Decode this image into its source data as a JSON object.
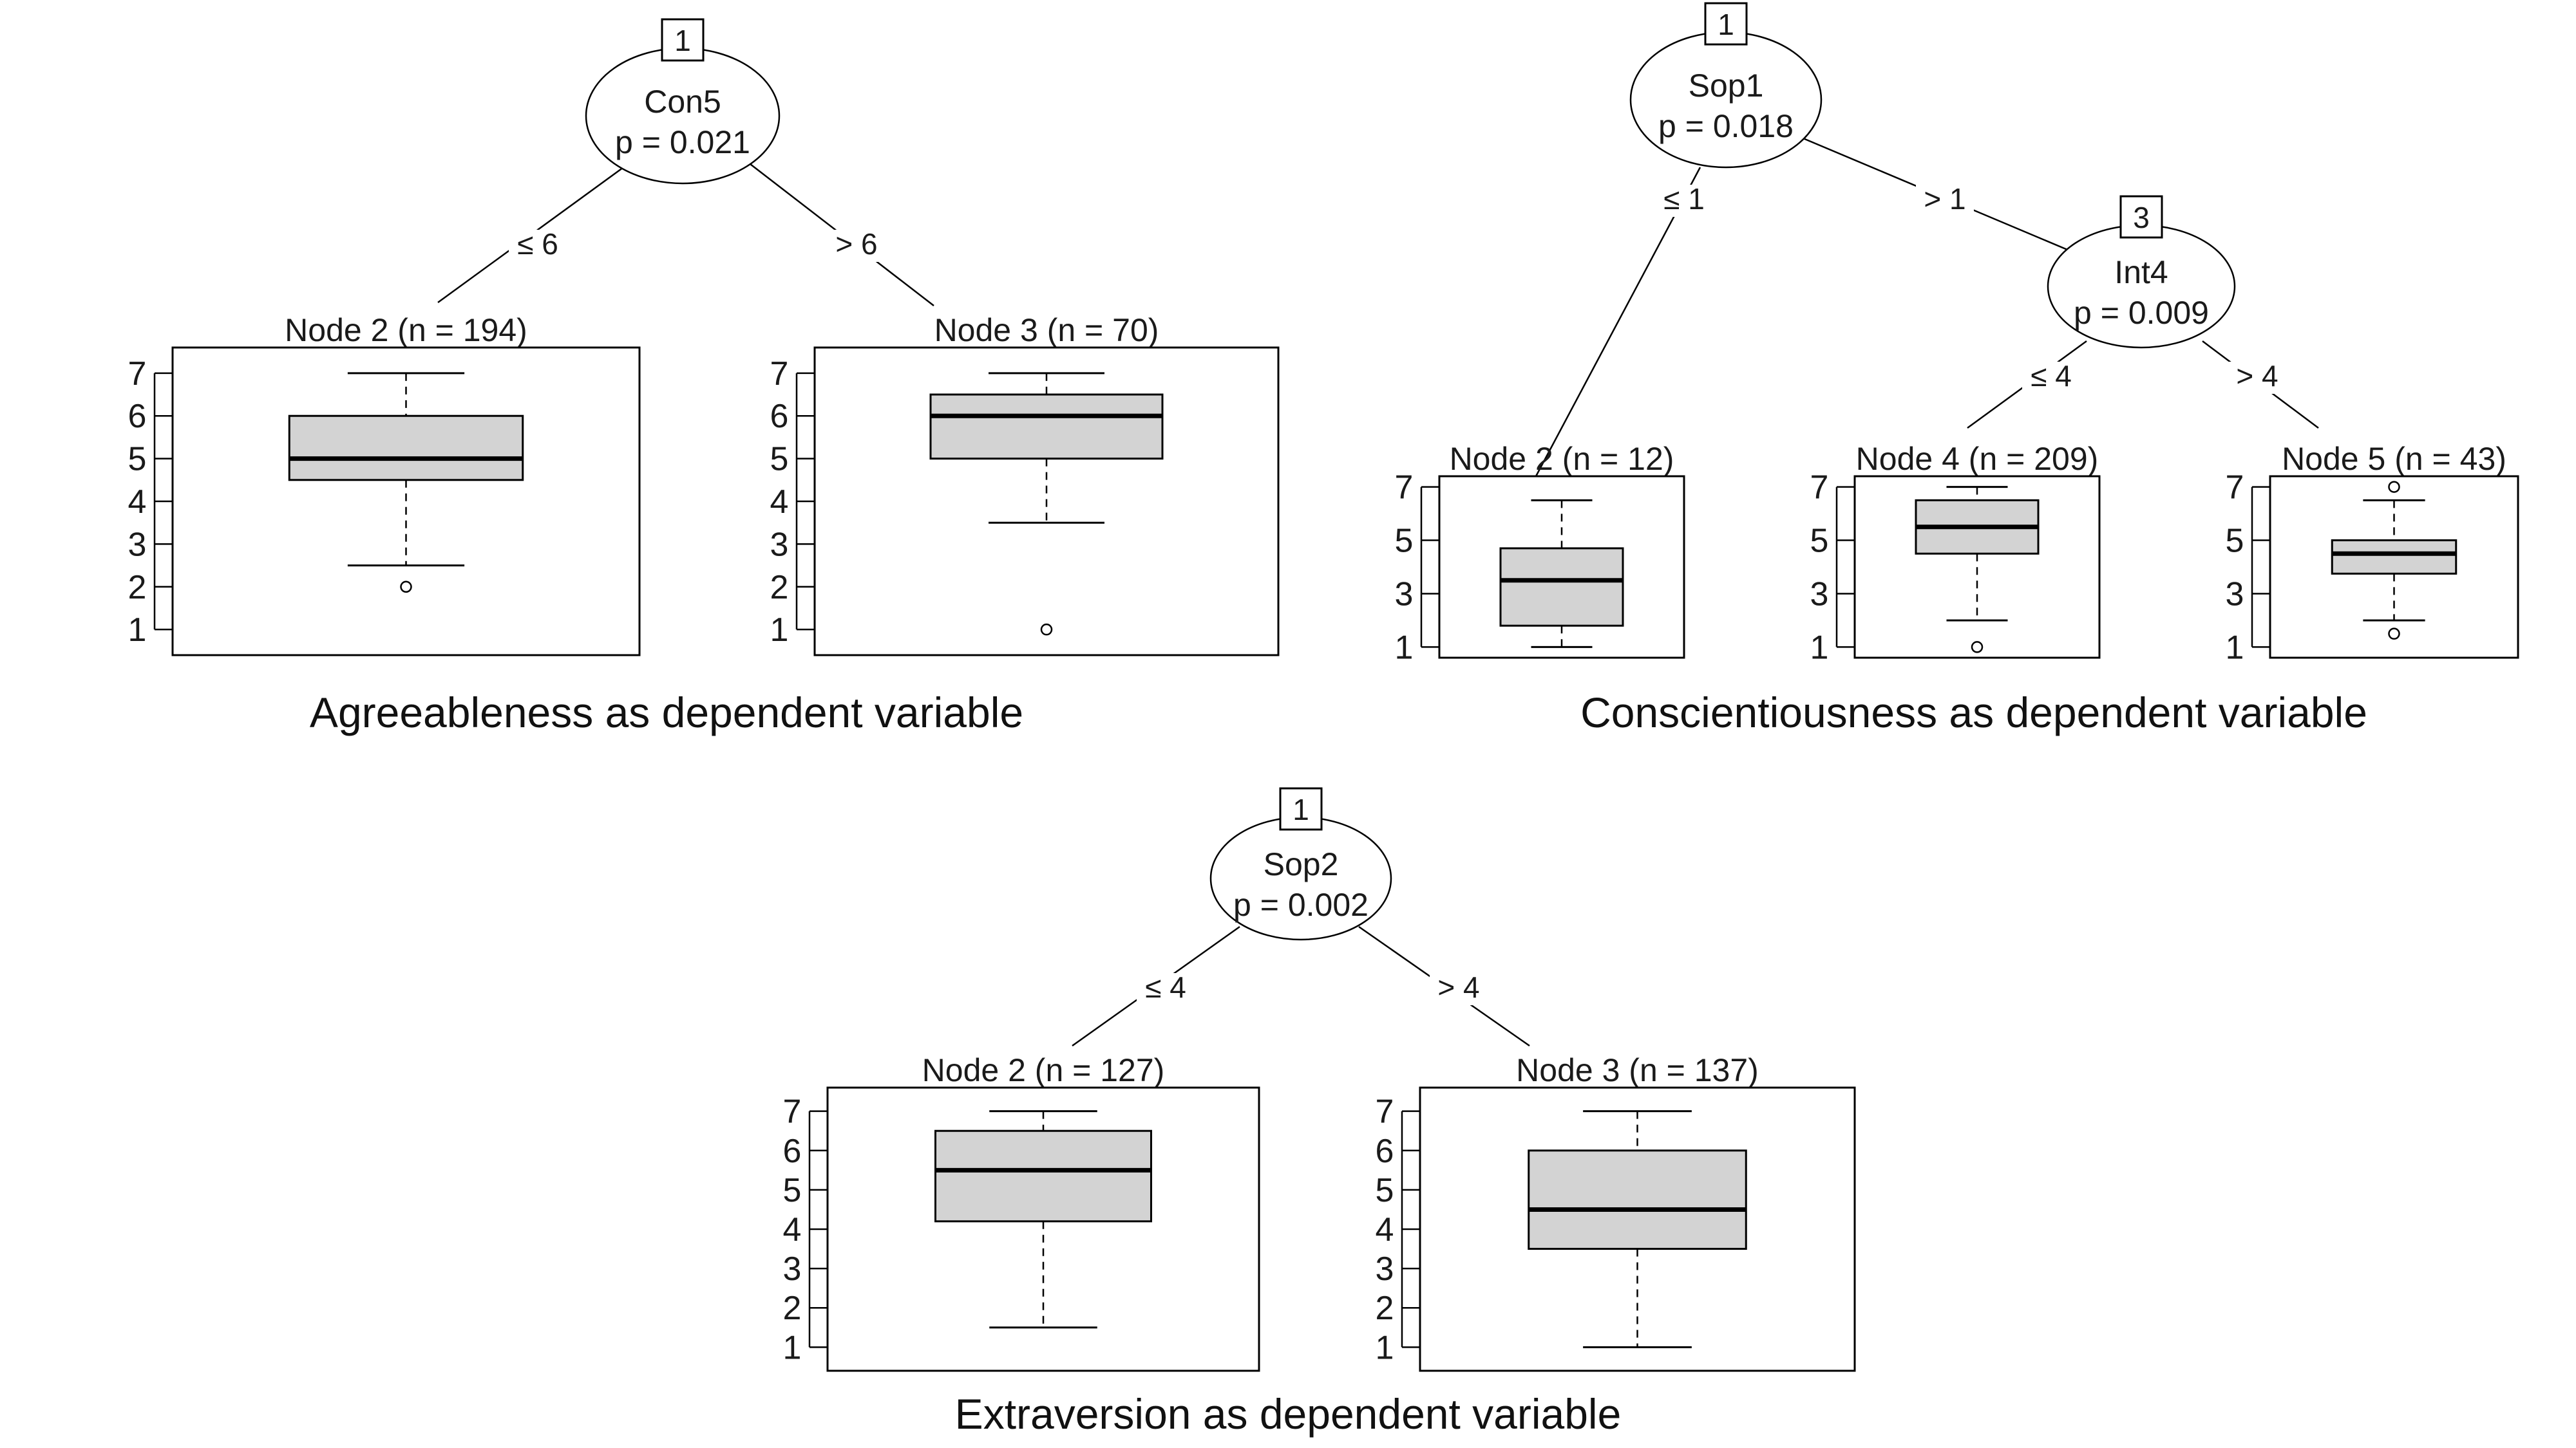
{
  "colors": {
    "box_fill": "#d3d3d3",
    "line": "#000000"
  },
  "chart_data": [
    {
      "type": "box",
      "caption": "Agreeableness as dependent variable",
      "splits": [
        {
          "id": "1",
          "variable": "Con5",
          "p": "p = 0.021"
        }
      ],
      "edges": [
        {
          "from": "1",
          "to": "2",
          "label": "≤ 6"
        },
        {
          "from": "1",
          "to": "3",
          "label": "> 6"
        }
      ],
      "leaves": [
        {
          "id": "2",
          "title": "Node 2 (n = 194)",
          "y_ticks": [
            1,
            2,
            3,
            4,
            5,
            6,
            7
          ],
          "ylim": [
            0.4,
            7.6
          ],
          "whisker_low": 2.5,
          "q1": 4.5,
          "median": 5,
          "q3": 6,
          "whisker_high": 7,
          "outliers": [
            2
          ]
        },
        {
          "id": "3",
          "title": "Node 3 (n = 70)",
          "y_ticks": [
            1,
            2,
            3,
            4,
            5,
            6,
            7
          ],
          "ylim": [
            0.4,
            7.6
          ],
          "whisker_low": 3.5,
          "q1": 5,
          "median": 6,
          "q3": 6.5,
          "whisker_high": 7,
          "outliers": [
            1
          ]
        }
      ]
    },
    {
      "type": "box",
      "caption": "Conscientiousness as dependent variable",
      "splits": [
        {
          "id": "1",
          "variable": "Sop1",
          "p": "p = 0.018"
        },
        {
          "id": "3",
          "variable": "Int4",
          "p": "p = 0.009"
        }
      ],
      "edges": [
        {
          "from": "1",
          "to": "2",
          "label": "≤ 1"
        },
        {
          "from": "1",
          "to": "3",
          "label": "> 1"
        },
        {
          "from": "3",
          "to": "4",
          "label": "≤ 4"
        },
        {
          "from": "3",
          "to": "5",
          "label": "> 4"
        }
      ],
      "leaves": [
        {
          "id": "2",
          "title": "Node 2 (n = 12)",
          "y_ticks": [
            1,
            3,
            5,
            7
          ],
          "ylim": [
            0.6,
            7.4
          ],
          "whisker_low": 1,
          "q1": 1.8,
          "median": 3.5,
          "q3": 4.7,
          "whisker_high": 6.5,
          "outliers": []
        },
        {
          "id": "4",
          "title": "Node 4 (n = 209)",
          "y_ticks": [
            1,
            3,
            5,
            7
          ],
          "ylim": [
            0.6,
            7.4
          ],
          "whisker_low": 2,
          "q1": 4.5,
          "median": 5.5,
          "q3": 6.5,
          "whisker_high": 7,
          "outliers": [
            1
          ]
        },
        {
          "id": "5",
          "title": "Node 5 (n = 43)",
          "y_ticks": [
            1,
            3,
            5,
            7
          ],
          "ylim": [
            0.6,
            7.4
          ],
          "whisker_low": 2,
          "q1": 3.75,
          "median": 4.5,
          "q3": 5,
          "whisker_high": 6.5,
          "outliers": [
            7,
            1.5
          ]
        }
      ]
    },
    {
      "type": "box",
      "caption": "Extraversion as dependent variable",
      "splits": [
        {
          "id": "1",
          "variable": "Sop2",
          "p": "p = 0.002"
        }
      ],
      "edges": [
        {
          "from": "1",
          "to": "2",
          "label": "≤ 4"
        },
        {
          "from": "1",
          "to": "3",
          "label": "> 4"
        }
      ],
      "leaves": [
        {
          "id": "2",
          "title": "Node 2 (n = 127)",
          "y_ticks": [
            1,
            2,
            3,
            4,
            5,
            6,
            7
          ],
          "ylim": [
            0.4,
            7.6
          ],
          "whisker_low": 1.5,
          "q1": 4.2,
          "median": 5.5,
          "q3": 6.5,
          "whisker_high": 7,
          "outliers": []
        },
        {
          "id": "3",
          "title": "Node 3 (n = 137)",
          "y_ticks": [
            1,
            2,
            3,
            4,
            5,
            6,
            7
          ],
          "ylim": [
            0.4,
            7.6
          ],
          "whisker_low": 1,
          "q1": 3.5,
          "median": 4.5,
          "q3": 6,
          "whisker_high": 7,
          "outliers": []
        }
      ]
    }
  ]
}
